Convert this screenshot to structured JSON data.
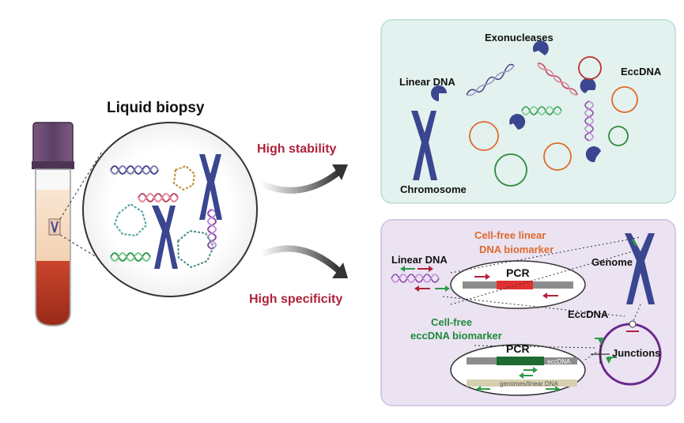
{
  "left": {
    "title": "Liquid biopsy"
  },
  "arrows": {
    "stability": "High stability",
    "specificity": "High specificity"
  },
  "stability_panel": {
    "exonucleases": "Exonucleases",
    "eccdna": "EccDNA",
    "linear_dna": "Linear DNA",
    "chromosome": "Chromosome"
  },
  "specificity_panel": {
    "linear_biomarker_line1": "Cell-free linear",
    "linear_biomarker_line2": "DNA biomarker",
    "linear_dna": "Linear DNA",
    "genome": "Genome",
    "pcr_top": "PCR",
    "eccdna": "EccDNA",
    "ecc_biomarker_line1": "Cell-free",
    "ecc_biomarker_line2": "eccDNA biomarker",
    "junctions": "Junctions",
    "pcr_bottom": "PCR",
    "bar_eccdna": "eccDNA",
    "bar_genomes": "genomes/linear DNA"
  },
  "colors": {
    "tube_cap": "#6b4a72",
    "plasma": "#f7dcc4",
    "blood": "#b73522",
    "chromosome": "#3b4690",
    "accent_red": "#b0213a",
    "orange_label": "#e06a2c",
    "green_label": "#1f8a3a",
    "top_panel_bg": "#e3f2ef",
    "bottom_panel_bg": "#ebe3f2"
  }
}
